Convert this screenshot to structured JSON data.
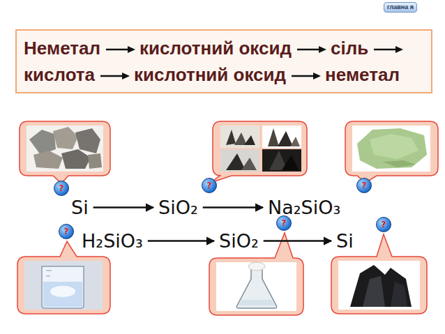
{
  "diagram": {
    "nodes": [
      {
        "text": [
          "главна я"
        ]
      },
      {
        "text": [
          "Неметал",
          "кислотний оксид",
          "сіль",
          "кислота",
          "кислотний оксид",
          "неметал"
        ]
      },
      {
        "text": [
          "?"
        ]
      },
      {
        "text": [
          "?"
        ]
      },
      {
        "text": [
          "?"
        ]
      },
      {
        "text": [
          "Si"
        ]
      },
      {
        "text": [
          "SiO₂"
        ]
      },
      {
        "text": [
          "Na₂SiO₃"
        ]
      },
      {
        "text": [
          "?"
        ]
      },
      {
        "text": [
          "H₂SiO₃"
        ]
      },
      {
        "text": [
          "SiO₂"
        ]
      },
      {
        "text": [
          "?"
        ]
      },
      {
        "text": [
          "?"
        ]
      },
      {
        "text": [
          "Si"
        ]
      }
    ],
    "edges": [
      {
        "from": 5,
        "to": 6,
        "arrow": "to"
      },
      {
        "from": 6,
        "to": 7,
        "arrow": "to"
      },
      {
        "from": 9,
        "to": 10,
        "arrow": "to"
      },
      {
        "from": 10,
        "to": 13,
        "arrow": "to"
      }
    ]
  }
}
